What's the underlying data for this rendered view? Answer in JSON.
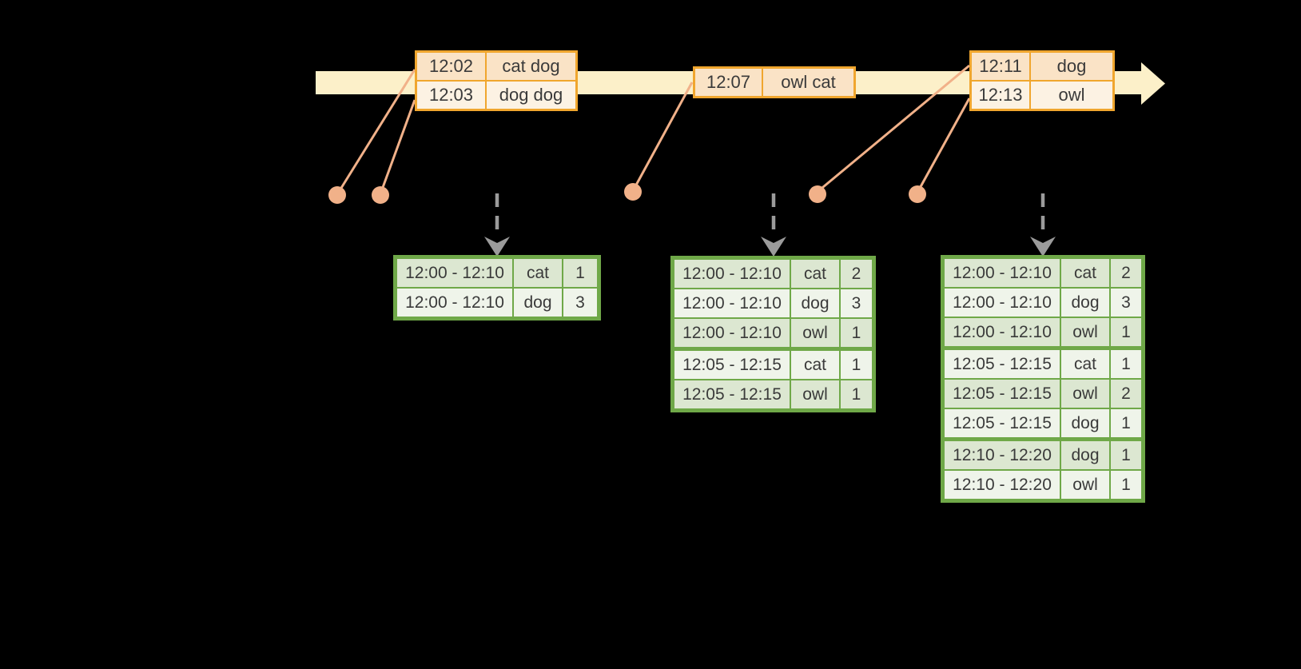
{
  "diagram": {
    "kind": "streaming-windowed-aggregation-timeline",
    "colors": {
      "background": "#000000",
      "timeline_fill": "#fcf0c9",
      "event_table_border": "#f0a62e",
      "event_cell_dark": "#fae3c6",
      "event_cell_light": "#fcf2e3",
      "connector_salmon": "#f1b189",
      "trigger_arrow_gray": "#9b9b9b",
      "result_table_border": "#6fa848",
      "result_cell_dark": "#dce7d1",
      "result_cell_light": "#eff4ea",
      "text": "#3a3a3a"
    }
  },
  "event_tables": [
    {
      "rows": [
        {
          "time": "12:02",
          "words": "cat dog"
        },
        {
          "time": "12:03",
          "words": "dog dog"
        }
      ]
    },
    {
      "rows": [
        {
          "time": "12:07",
          "words": "owl cat"
        }
      ]
    },
    {
      "rows": [
        {
          "time": "12:11",
          "words": "dog"
        },
        {
          "time": "12:13",
          "words": "owl"
        }
      ]
    }
  ],
  "result_tables": [
    {
      "rows": [
        {
          "window": "12:00 - 12:10",
          "word": "cat",
          "count": "1"
        },
        {
          "window": "12:00 - 12:10",
          "word": "dog",
          "count": "3"
        }
      ]
    },
    {
      "rows": [
        {
          "window": "12:00 - 12:10",
          "word": "cat",
          "count": "2"
        },
        {
          "window": "12:00 - 12:10",
          "word": "dog",
          "count": "3"
        },
        {
          "window": "12:00 - 12:10",
          "word": "owl",
          "count": "1"
        },
        {
          "window": "12:05 - 12:15",
          "word": "cat",
          "count": "1"
        },
        {
          "window": "12:05 - 12:15",
          "word": "owl",
          "count": "1"
        }
      ]
    },
    {
      "rows": [
        {
          "window": "12:00 - 12:10",
          "word": "cat",
          "count": "2"
        },
        {
          "window": "12:00 - 12:10",
          "word": "dog",
          "count": "3"
        },
        {
          "window": "12:00 - 12:10",
          "word": "owl",
          "count": "1"
        },
        {
          "window": "12:05 - 12:15",
          "word": "cat",
          "count": "1"
        },
        {
          "window": "12:05 - 12:15",
          "word": "owl",
          "count": "2"
        },
        {
          "window": "12:05 - 12:15",
          "word": "dog",
          "count": "1"
        },
        {
          "window": "12:10 - 12:20",
          "word": "dog",
          "count": "1"
        },
        {
          "window": "12:10 - 12:20",
          "word": "owl",
          "count": "1"
        }
      ]
    }
  ]
}
